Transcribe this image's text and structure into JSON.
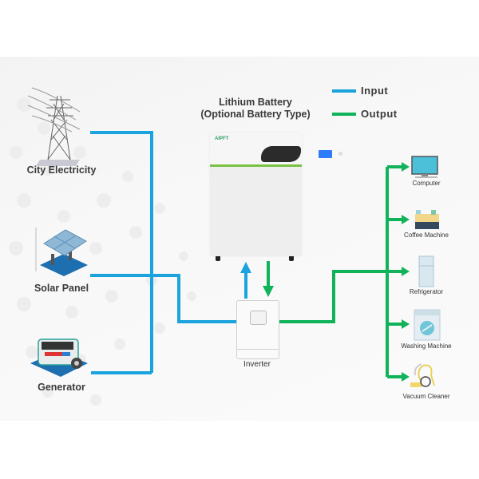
{
  "legend": {
    "input_label": "Input",
    "output_label": "Output",
    "input_color": "#1ba3dd",
    "output_color": "#10b35a"
  },
  "sources": [
    {
      "label": "City Electricity",
      "icon": "power-tower-icon"
    },
    {
      "label": "Solar Panel",
      "icon": "solar-panel-icon"
    },
    {
      "label": "Generator",
      "icon": "generator-icon"
    }
  ],
  "battery": {
    "title_line1": "Lithium Battery",
    "title_line2": "(Optional Battery Type)",
    "brand": "AIPFT",
    "stripe_color": "#7cc242"
  },
  "inverter": {
    "label": "Inverter"
  },
  "loads": [
    {
      "label": "Computer",
      "icon": "computer-icon"
    },
    {
      "label": "Coffee Machine",
      "icon": "coffee-machine-icon"
    },
    {
      "label": "Refrigerator",
      "icon": "refrigerator-icon"
    },
    {
      "label": "Washing Machine",
      "icon": "washing-machine-icon"
    },
    {
      "label": "Vacuum Cleaner",
      "icon": "vacuum-cleaner-icon"
    }
  ]
}
